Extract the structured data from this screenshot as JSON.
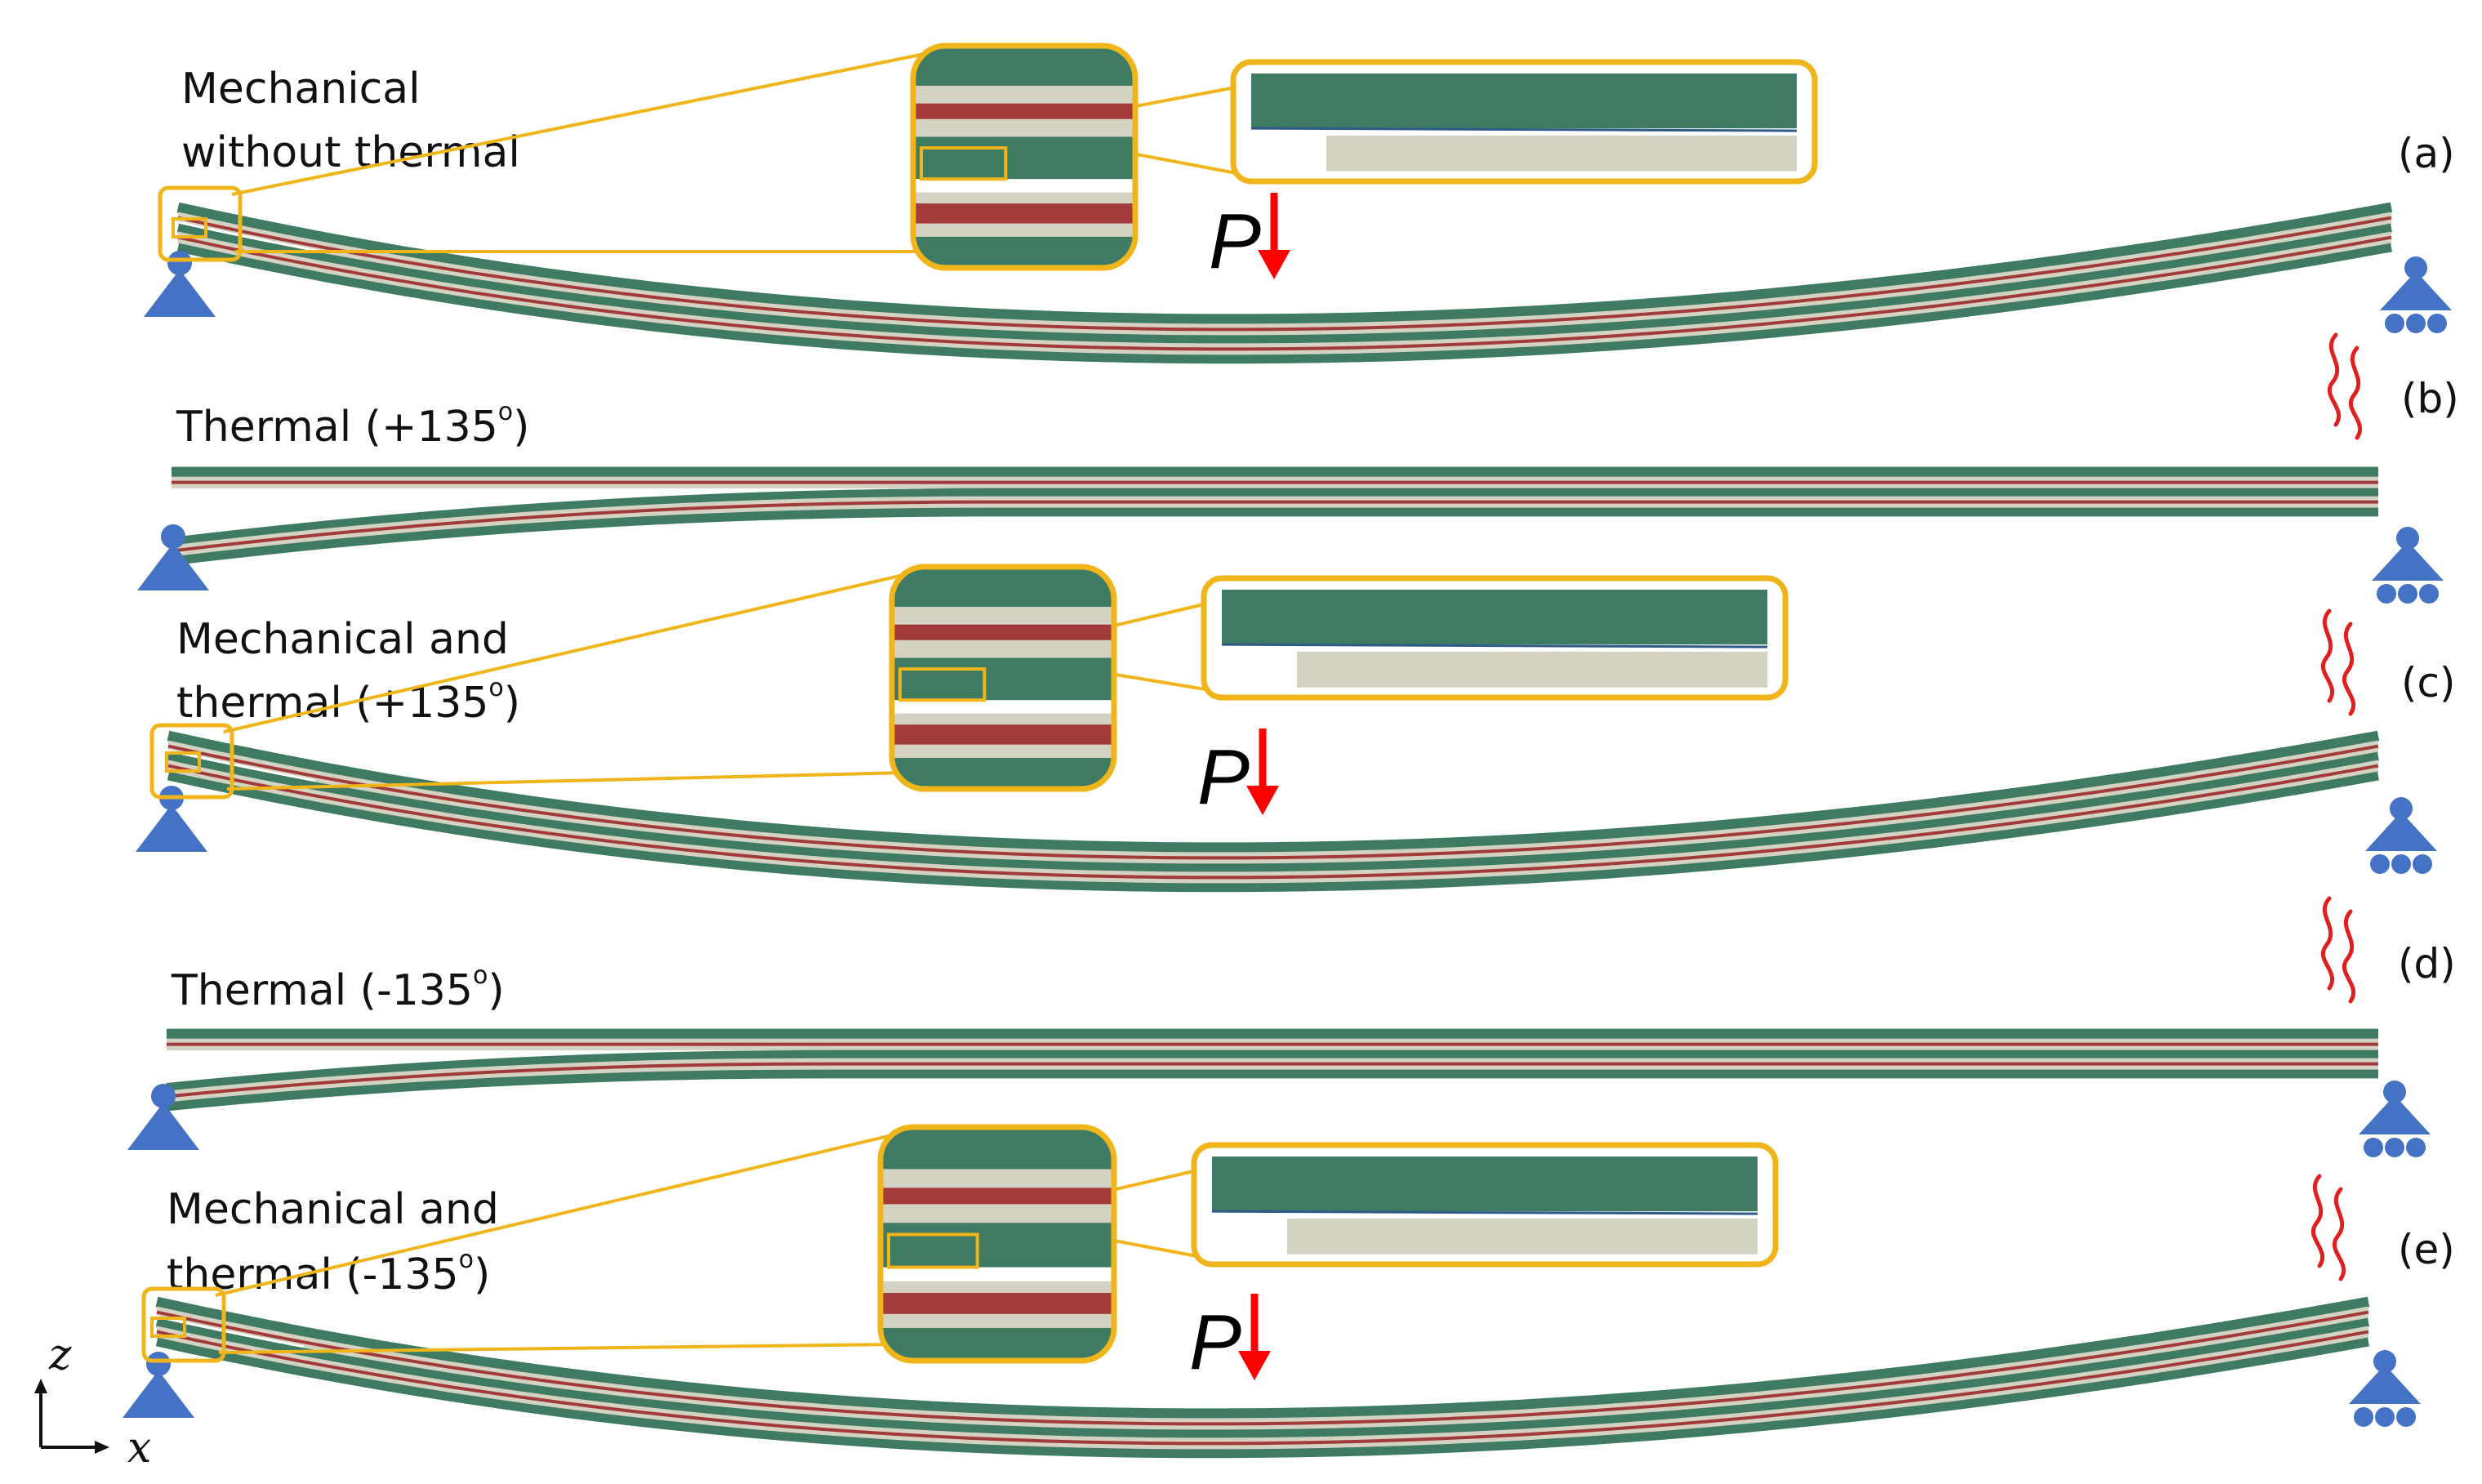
{
  "figure": {
    "load_label": "P",
    "colors": {
      "green": "#3f7a62",
      "cream": "#d4d3c3",
      "red": "#a33a3a",
      "callout": "#f0b51a",
      "support": "#4472c4",
      "heat": "#e02020",
      "arrow": "#ff0000"
    },
    "axes": {
      "z_label": "z",
      "x_label": "x"
    },
    "panels": [
      {
        "tag": "(a)",
        "caption": [
          "Mechanical",
          "without thermal"
        ],
        "has_load": true,
        "heat": false
      },
      {
        "tag": "(b)",
        "caption": [
          "Thermal (+135",
          "o",
          ")"
        ],
        "has_load": false,
        "heat": true
      },
      {
        "tag": "(c)",
        "caption": [
          "Mechanical and",
          "thermal (+135",
          "o",
          ")"
        ],
        "has_load": true,
        "heat": true
      },
      {
        "tag": "(d)",
        "caption": [
          "Thermal (-135",
          "o",
          ")"
        ],
        "has_load": false,
        "heat": true
      },
      {
        "tag": "(e)",
        "caption": [
          "Mechanical and",
          "thermal (-135",
          "o",
          ")"
        ],
        "has_load": true,
        "heat": true
      }
    ]
  }
}
